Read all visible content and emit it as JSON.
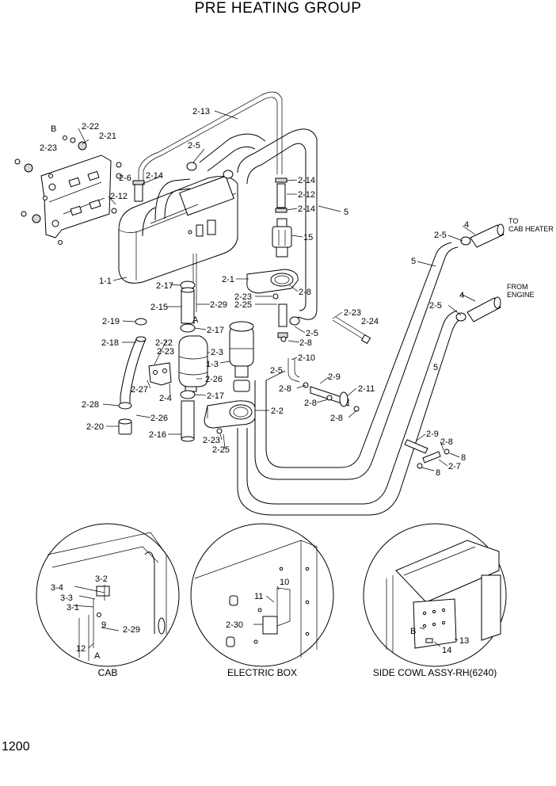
{
  "title": "PRE HEATING GROUP",
  "page_number": "1200",
  "annotations": {
    "to": "TO",
    "cab_heater": "CAB HEATER",
    "from": "FROM",
    "engine": "ENGINE"
  },
  "insets": {
    "cab": "CAB",
    "electric_box": "ELECTRIC BOX",
    "side_cowl": "SIDE COWL ASSY-RH(6240)"
  },
  "callouts": {
    "c_2_13": "2-13",
    "c_B1": "B",
    "c_2_22a": "2-22",
    "c_2_21": "2-21",
    "c_2_23a": "2-23",
    "c_2_6": "2-6",
    "c_2_12a": "2-12",
    "c_2_14a": "2-14",
    "c_2_5a": "2-5",
    "c_2_14b": "2-14",
    "c_2_12b": "2-12",
    "c_2_14c": "2-14",
    "c_5a": "5",
    "c_15": "15",
    "c_4a": "4",
    "c_2_5b": "2-5",
    "c_5b": "5",
    "c_1_1": "1-1",
    "c_2_17a": "2-17",
    "c_2_1": "2-1",
    "c_2_23b": "2-23",
    "c_2_8a": "2-8",
    "c_2_25a": "2-25",
    "c_4b": "4",
    "c_2_5c": "2-5",
    "c_2_15": "2-15",
    "c_2_29a": "2-29",
    "c_A1": "A",
    "c_2_23c": "2-23",
    "c_2_24": "2-24",
    "c_2_19": "2-19",
    "c_2_17b": "2-17",
    "c_2_5d": "2-5",
    "c_2_8b": "2-8",
    "c_2_18": "2-18",
    "c_2_22b": "2-22",
    "c_2_23d": "2-23",
    "c_2_3": "2-3",
    "c_1_3": "1-3",
    "c_2_10": "2-10",
    "c_5c": "5",
    "c_2_5e": "2-5",
    "c_2_9a": "2-9",
    "c_2_27": "2-27",
    "c_2_26a": "2-26",
    "c_2_8c": "2-8",
    "c_2_11": "2-11",
    "c_2_4": "2-4",
    "c_2_17c": "2-17",
    "c_2_8d": "2-8",
    "c_2_28": "2-28",
    "c_2_2": "2-2",
    "c_2_8e": "2-8",
    "c_2_26b": "2-26",
    "c_2_20": "2-20",
    "c_2_16": "2-16",
    "c_2_23e": "2-23",
    "c_2_25b": "2-25",
    "c_2_9b": "2-9",
    "c_2_8f": "2-8",
    "c_8a": "8",
    "c_2_7": "2-7",
    "c_8b": "8",
    "c_3_4": "3-4",
    "c_3_2": "3-2",
    "c_3_3": "3-3",
    "c_3_1": "3-1",
    "c_9": "9",
    "c_2_29b": "2-29",
    "c_12": "12",
    "c_A2": "A",
    "c_11": "11",
    "c_10": "10",
    "c_2_30": "2-30",
    "c_B2": "B",
    "c_13": "13",
    "c_14": "14"
  }
}
